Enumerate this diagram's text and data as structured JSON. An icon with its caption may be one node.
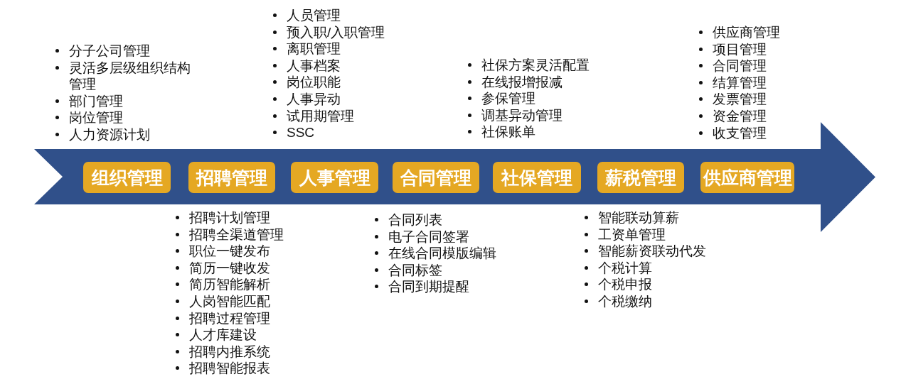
{
  "diagram": {
    "nodes": [
      {
        "text": [],
        "shape": "arrow"
      },
      {
        "text": [
          "组织管理"
        ],
        "in": 0,
        "beside": [
          "分子公司管理",
          "灵活多层级组织结构管理",
          "部门管理",
          "岗位管理",
          "人力资源计划"
        ]
      },
      {
        "text": [
          "招聘管理"
        ],
        "in": 0,
        "beside": [
          "招聘计划管理",
          "招聘全渠道管理",
          "职位一键发布",
          "简历一键收发",
          "简历智能解析",
          "人岗智能匹配",
          "招聘过程管理",
          "人才库建设",
          "招聘内推系统",
          "招聘智能报表"
        ]
      },
      {
        "text": [
          "人事管理"
        ],
        "in": 0,
        "beside": [
          "人员管理",
          "预入职/入职管理",
          "离职管理",
          "人事档案",
          "岗位职能",
          "人事异动",
          "试用期管理",
          "SSC"
        ]
      },
      {
        "text": [
          "合同管理"
        ],
        "in": 0,
        "beside": [
          "合同列表",
          "电子合同签署",
          "在线合同模版编辑",
          "合同标签",
          "合同到期提醒"
        ]
      },
      {
        "text": [
          "社保管理"
        ],
        "in": 0,
        "beside": [
          "社保方案灵活配置",
          "在线报增报减",
          "参保管理",
          "调基异动管理",
          "社保账单"
        ]
      },
      {
        "text": [
          "薪税管理"
        ],
        "in": 0,
        "beside": [
          "智能联动算薪",
          "工资单管理",
          "智能薪资联动代发",
          "个税计算",
          "个税申报",
          "个税缴纳"
        ]
      },
      {
        "text": [
          "供应商管理"
        ],
        "in": 0,
        "beside": [
          "供应商管理",
          "项目管理",
          "合同管理",
          "结算管理",
          "发票管理",
          "资金管理",
          "收支管理"
        ]
      }
    ]
  }
}
